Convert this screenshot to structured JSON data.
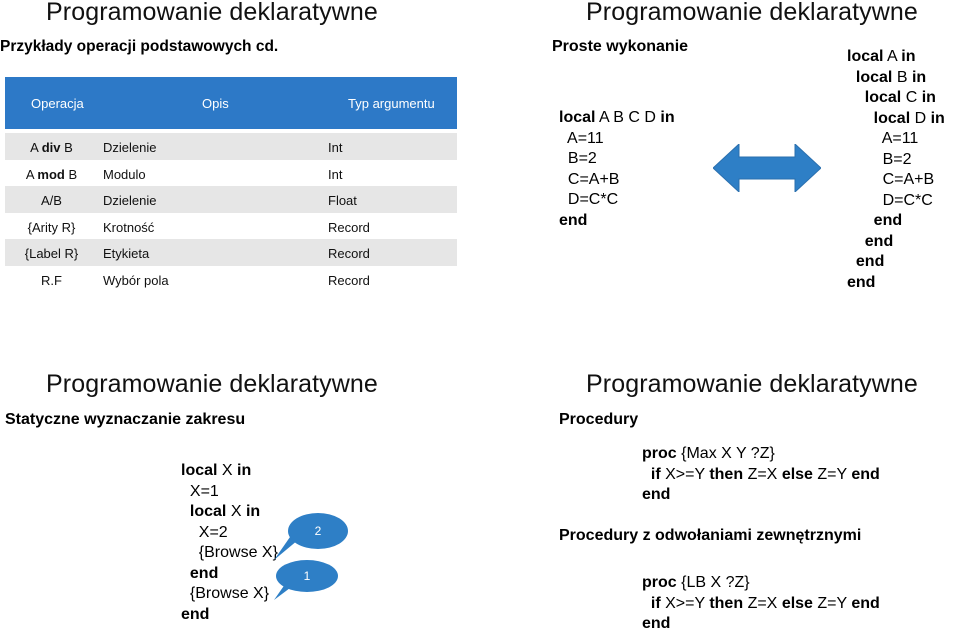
{
  "slide1": {
    "title": "Programowanie deklaratywne",
    "subtitle": "Przykłady operacji podstawowych cd.",
    "table": {
      "headers": [
        "Operacja",
        "Opis",
        "Typ argumentu"
      ],
      "rows": [
        {
          "op_pre": "A ",
          "op_kw": "div",
          "op_post": " B",
          "desc": "Dzielenie",
          "type": "Int"
        },
        {
          "op_pre": "A ",
          "op_kw": "mod",
          "op_post": " B",
          "desc": "Modulo",
          "type": "Int"
        },
        {
          "op_pre": "A/B",
          "op_kw": "",
          "op_post": "",
          "desc": "Dzielenie",
          "type": "Float"
        },
        {
          "op_pre": "{Arity R}",
          "op_kw": "",
          "op_post": "",
          "desc": "Krotność",
          "type": "Record"
        },
        {
          "op_pre": "{Label R}",
          "op_kw": "",
          "op_post": "",
          "desc": "Etykieta",
          "type": "Record"
        },
        {
          "op_pre": "R.F",
          "op_kw": "",
          "op_post": "",
          "desc": "Wybór pola",
          "type": "Record"
        }
      ]
    }
  },
  "slide2": {
    "title": "Programowanie deklaratywne",
    "subtitle": "Proste wykonanie",
    "left_code": {
      "l1_kw": "local",
      "l1_rest": " A B C D ",
      "l1_kw2": "in",
      "l2": "A=11",
      "l3": "B=2",
      "l4": "C=A+B",
      "l5": "D=C*C",
      "l6": "end"
    },
    "right_code": {
      "kw_local": "local",
      "kw_in": "in",
      "kw_end": "end",
      "v1": "A",
      "v2": "B",
      "v3": "C",
      "v4": "D",
      "a": "A=11",
      "b": "B=2",
      "c": "C=A+B",
      "d": "D=C*C"
    },
    "arrow_color": "#2e7fc6"
  },
  "slide3": {
    "title": "Programowanie deklaratywne",
    "subtitle": "Statyczne wyznaczanie zakresu",
    "code": {
      "kw_local": "local",
      "kw_in": "in",
      "kw_end": "end",
      "x": "X",
      "x1": "X=1",
      "x2": "X=2",
      "browse": "{Browse X}"
    },
    "bubble_top": "2",
    "bubble_bottom": "1"
  },
  "slide4": {
    "title": "Programowanie deklaratywne",
    "subtitle1": "Procedury",
    "subtitle2": "Procedury z odwołaniami zewnętrznymi",
    "kw_proc": "proc",
    "kw_if": "if",
    "kw_then": "then",
    "kw_else": "else",
    "kw_end": "end",
    "sig1": "{Max X Y ?Z}",
    "sig2": "{LB X ?Z}",
    "cond": "X>=Y",
    "then_expr": "Z=X",
    "else_expr": "Z=Y"
  }
}
